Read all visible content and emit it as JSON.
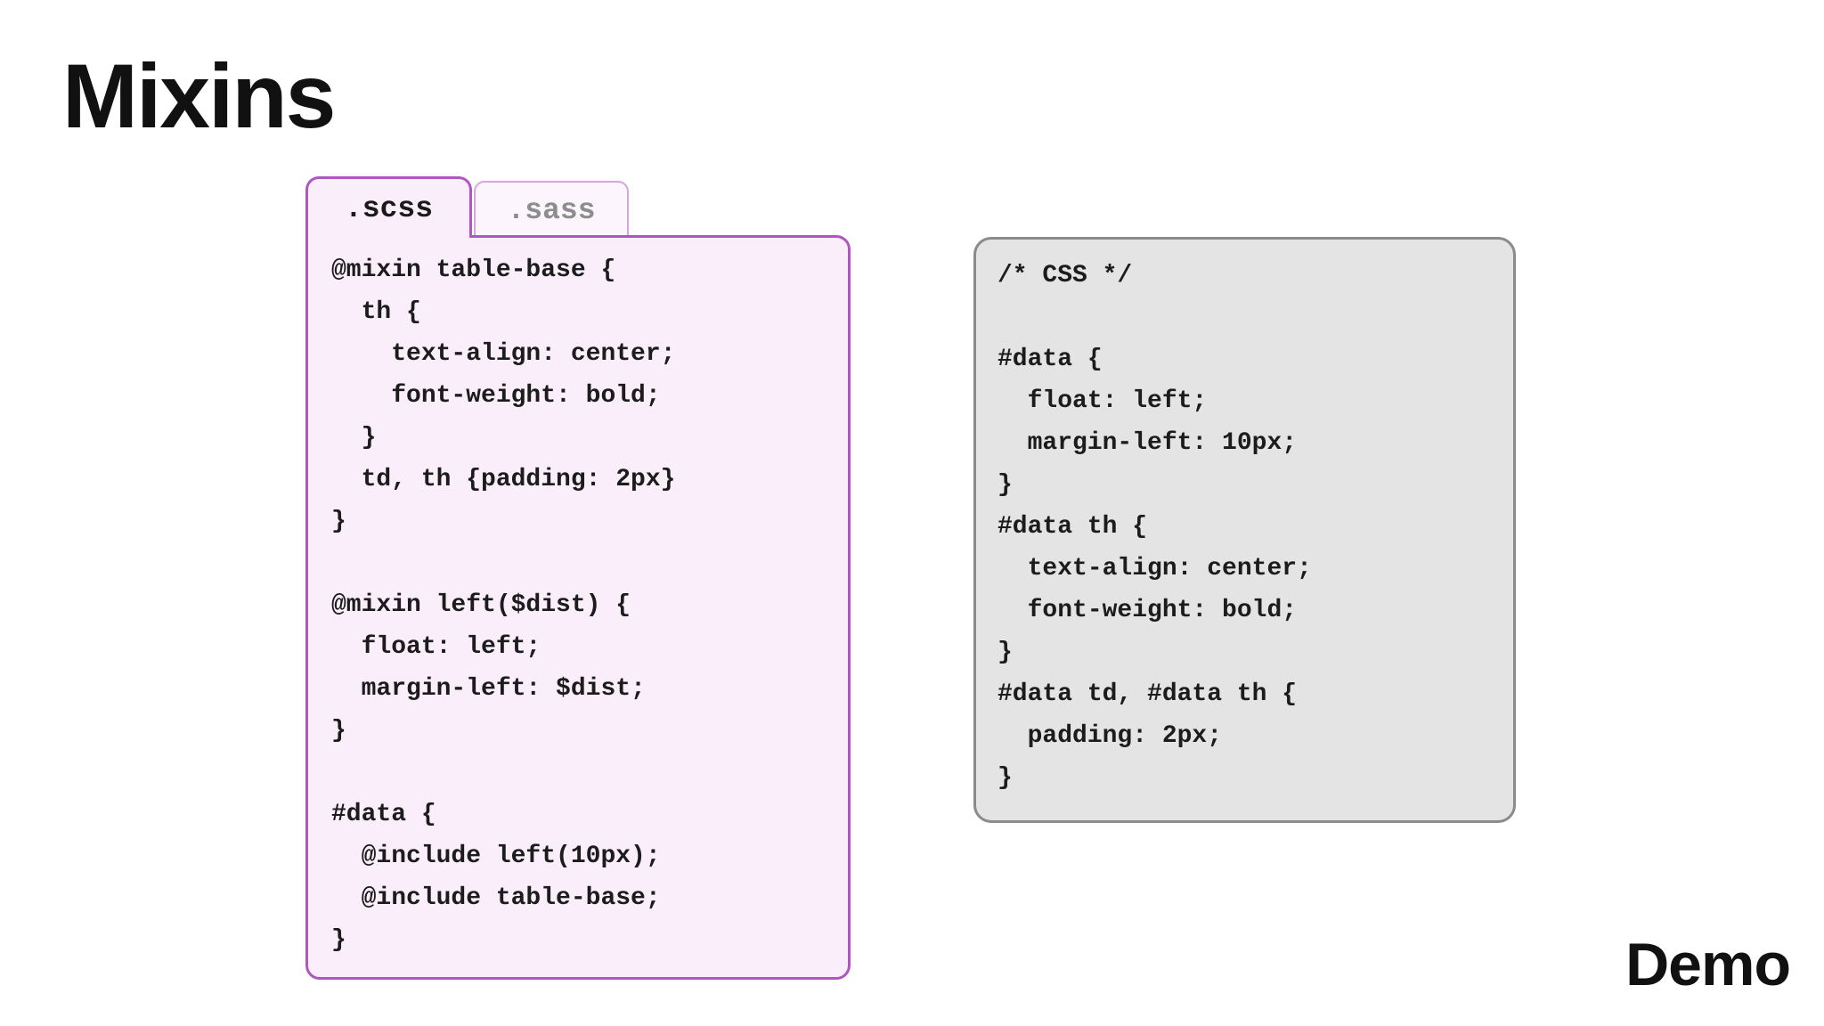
{
  "slide": {
    "title": "Mixins",
    "demo_label": "Demo"
  },
  "scss_panel": {
    "tabs": [
      {
        "label": ".scss",
        "active": true
      },
      {
        "label": ".sass",
        "active": false
      }
    ],
    "code": "@mixin table-base {\n  th {\n    text-align: center;\n    font-weight: bold;\n  }\n  td, th {padding: 2px}\n}\n\n@mixin left($dist) {\n  float: left;\n  margin-left: $dist;\n}\n\n#data {\n  @include left(10px);\n  @include table-base;\n}"
  },
  "css_panel": {
    "comment_header": "/* CSS */",
    "code": "/* CSS */\n\n#data {\n  float: left;\n  margin-left: 10px;\n}\n#data th {\n  text-align: center;\n  font-weight: bold;\n}\n#data td, #data th {\n  padding: 2px;\n}"
  },
  "colors": {
    "scss_card_background": "#fbeefb",
    "scss_card_border": "#b055c2",
    "inactive_tab_background": "#fdf5fd",
    "inactive_tab_border": "#d5a5dd",
    "inactive_tab_text": "#8d8d8d",
    "css_card_background": "#e4e4e4",
    "css_card_border": "#8b8b8b",
    "code_text": "#1c1c1c",
    "heading_text": "#111111"
  }
}
